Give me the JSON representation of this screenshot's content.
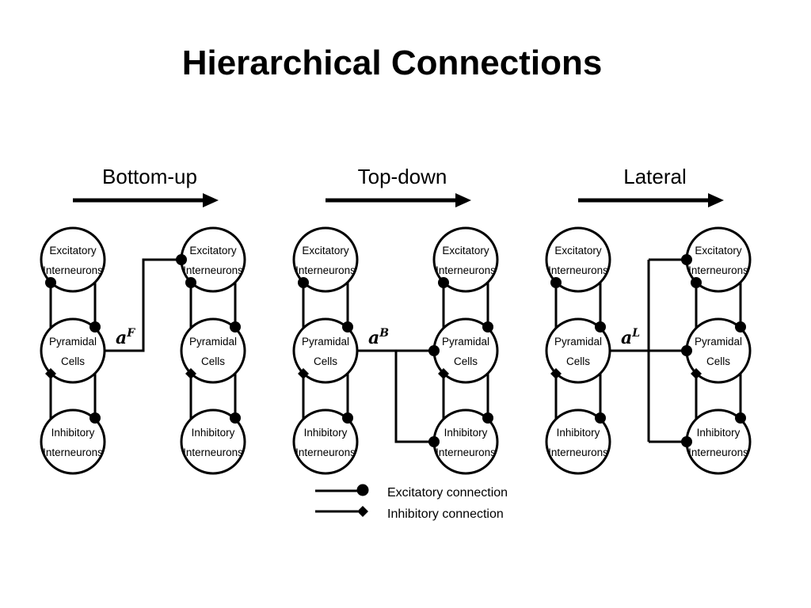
{
  "title": "Hierarchical Connections",
  "panels": [
    {
      "label": "Bottom-up",
      "param": "a",
      "param_sup": "F"
    },
    {
      "label": "Top-down",
      "param": "a",
      "param_sup": "B"
    },
    {
      "label": "Lateral",
      "param": "a",
      "param_sup": "L"
    }
  ],
  "nodes": {
    "excitatory": {
      "line1": "Excitatory",
      "line2": "Interneurons"
    },
    "pyramidal": {
      "line1": "Pyramidal",
      "line2": "Cells"
    },
    "inhibitory": {
      "line1": "Inhibitory",
      "line2": "Interneurons"
    }
  },
  "legend": {
    "excitatory": "Excitatory connection",
    "inhibitory": "Inhibitory connection"
  }
}
